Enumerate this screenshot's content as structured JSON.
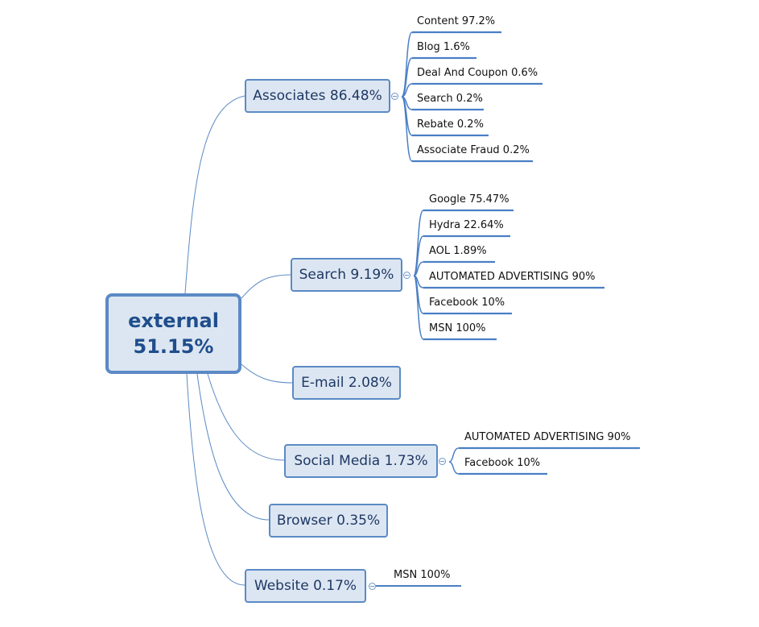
{
  "root": {
    "label_line1": "external",
    "label_line2": "51.15%"
  },
  "branches": [
    {
      "label": "Associates 86.48%",
      "leaves": [
        "Content 97.2%",
        "Blog 1.6%",
        "Deal And Coupon 0.6%",
        "Search 0.2%",
        "Rebate 0.2%",
        "Associate Fraud 0.2%"
      ]
    },
    {
      "label": "Search 9.19%",
      "leaves": [
        "Google 75.47%",
        "Hydra 22.64%",
        "AOL 1.89%",
        "AUTOMATED ADVERTISING 90%",
        "Facebook 10%",
        "MSN 100%"
      ]
    },
    {
      "label": "E-mail 2.08%",
      "leaves": []
    },
    {
      "label": "Social Media 1.73%",
      "leaves": [
        "AUTOMATED ADVERTISING 90%",
        "Facebook 10%"
      ]
    },
    {
      "label": "Browser 0.35%",
      "leaves": []
    },
    {
      "label": "Website 0.17%",
      "leaves": [
        "MSN 100%"
      ]
    }
  ],
  "colors": {
    "node_fill": "#dce6f2",
    "node_border": "#5b8ac5",
    "link": "#5b8ac5",
    "underline": "#4a7fc4"
  }
}
